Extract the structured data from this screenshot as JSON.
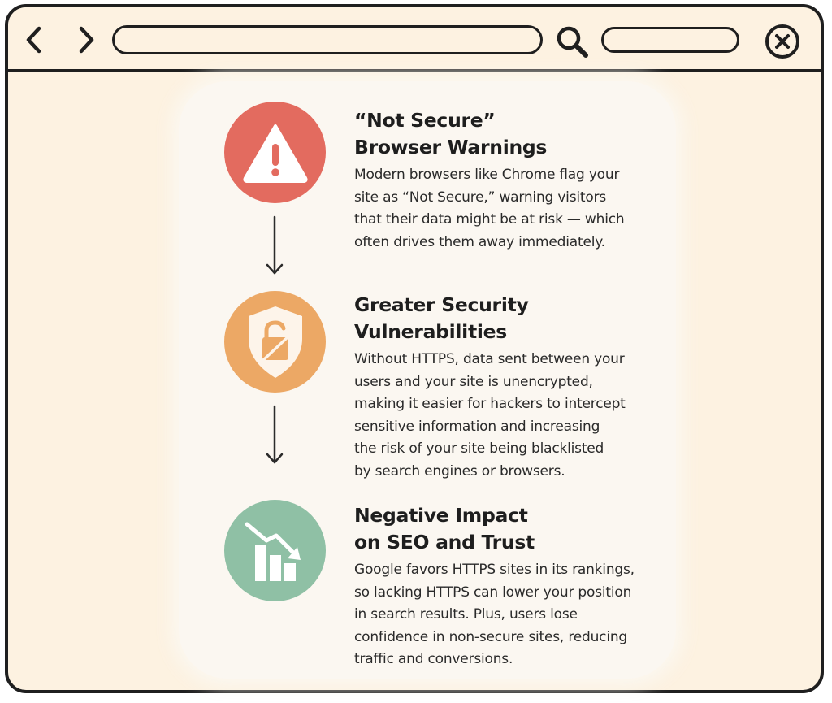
{
  "browser": {
    "icons": {
      "back": "chevron-left-icon",
      "forward": "chevron-right-icon",
      "search": "search-icon",
      "close": "close-icon"
    },
    "colors": {
      "frame": "#fdf2e1",
      "card": "#fbf7f1",
      "outline": "#1f1f1f"
    }
  },
  "steps": [
    {
      "icon": "warning-triangle-icon",
      "color": "#e36b5f",
      "title_lines": [
        "“Not Secure”",
        "Browser Warnings"
      ],
      "body_lines": [
        "Modern browsers like Chrome flag your",
        "site as “Not Secure,” warning visitors",
        "that their data might be at risk — which",
        "often drives them away immediately."
      ]
    },
    {
      "icon": "shield-broken-lock-icon",
      "color": "#eca865",
      "title_lines": [
        "Greater Security",
        "Vulnerabilities"
      ],
      "body_lines": [
        "Without HTTPS, data sent between your",
        "users and your site is unencrypted,",
        "making it easier for hackers to intercept",
        "sensitive information and increasing",
        "the risk of your site being blacklisted",
        "by search engines or browsers."
      ]
    },
    {
      "icon": "declining-bar-chart-icon",
      "color": "#8fc0a5",
      "title_lines": [
        "Negative Impact",
        "on SEO and Trust"
      ],
      "body_lines": [
        "Google favors HTTPS sites in its rankings,",
        "so lacking HTTPS can lower your position",
        "in search results. Plus, users lose",
        "confidence in non-secure sites, reducing",
        "traffic and conversions."
      ]
    }
  ]
}
